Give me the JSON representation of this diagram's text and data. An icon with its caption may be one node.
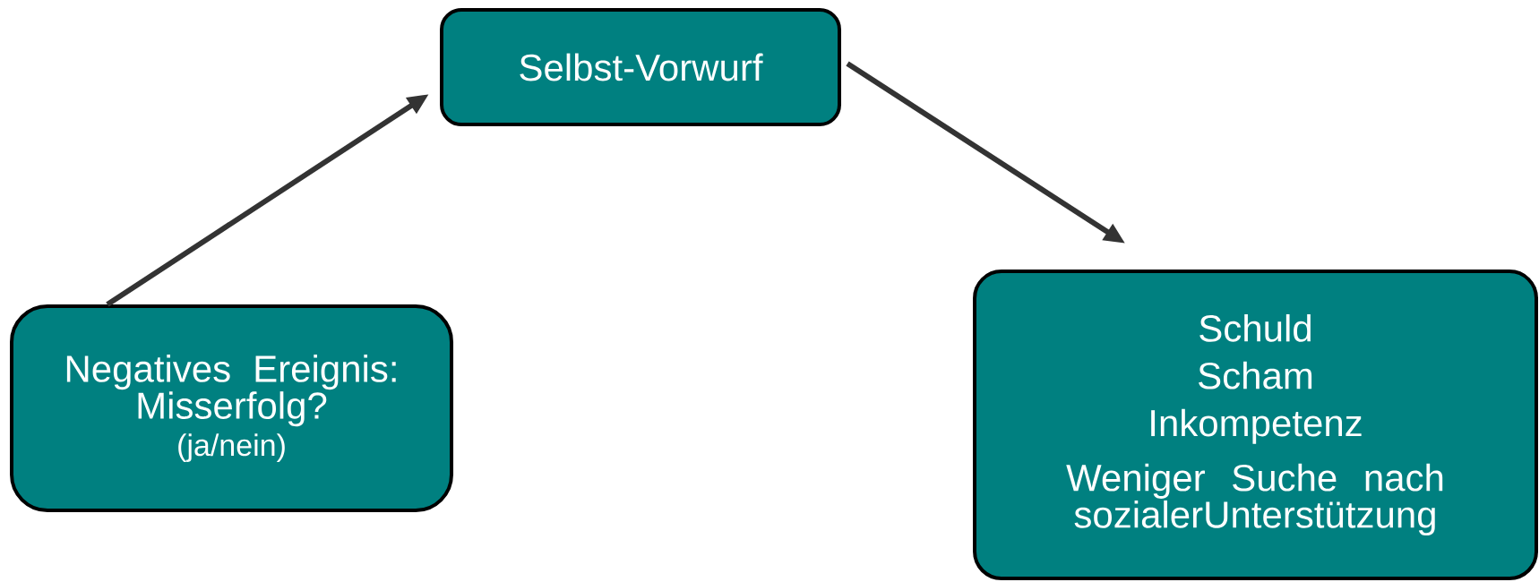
{
  "diagram": {
    "nodes": [
      {
        "text": [
          "Negatives Ereignis: Misserfolg?",
          "(ja/nein)"
        ]
      },
      {
        "text": [
          "Selbst-Vorwurf"
        ]
      },
      {
        "text": [
          "Schuld",
          "Scham",
          "Inkompetenz",
          "Weniger Suche nach sozialerUnterstützung"
        ]
      }
    ],
    "edges": [
      {
        "from": 0,
        "to": 1,
        "arrow": "to"
      },
      {
        "from": 1,
        "to": 2,
        "arrow": "to"
      }
    ]
  }
}
